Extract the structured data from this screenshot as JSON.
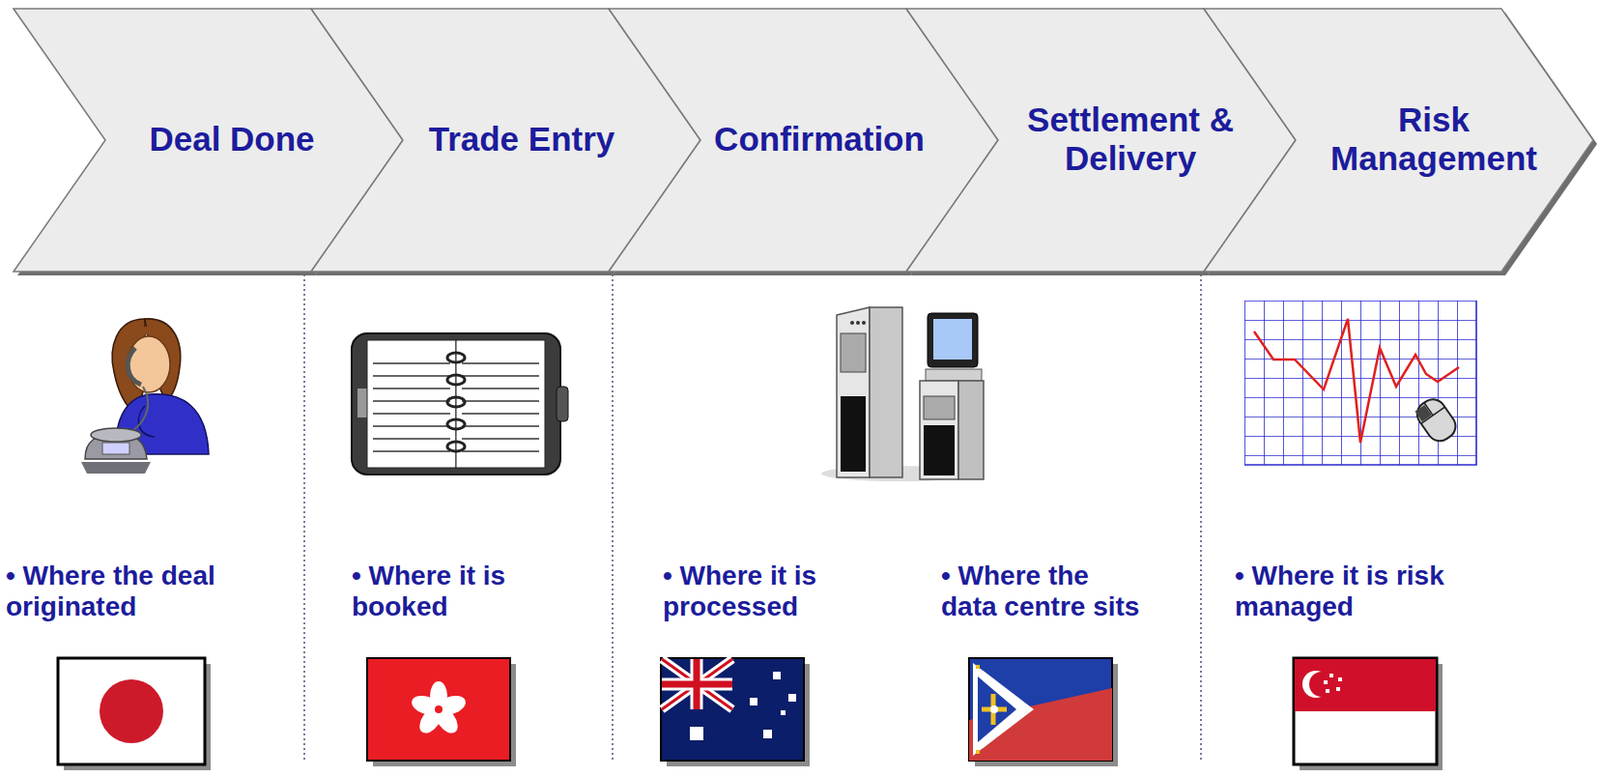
{
  "diagram": {
    "nodes": [
      {
        "text": [
          "Deal Done"
        ]
      },
      {
        "text": [
          "Trade Entry"
        ]
      },
      {
        "text": [
          "Confirmation"
        ]
      },
      {
        "text": [
          "Settlement & Delivery"
        ]
      },
      {
        "text": [
          "Risk Management"
        ]
      }
    ],
    "labels": [
      "• Where the deal originated",
      "• Where it is booked",
      "• Where it is processed",
      "• Where the data centre sits",
      "• Where it is risk managed"
    ]
  }
}
